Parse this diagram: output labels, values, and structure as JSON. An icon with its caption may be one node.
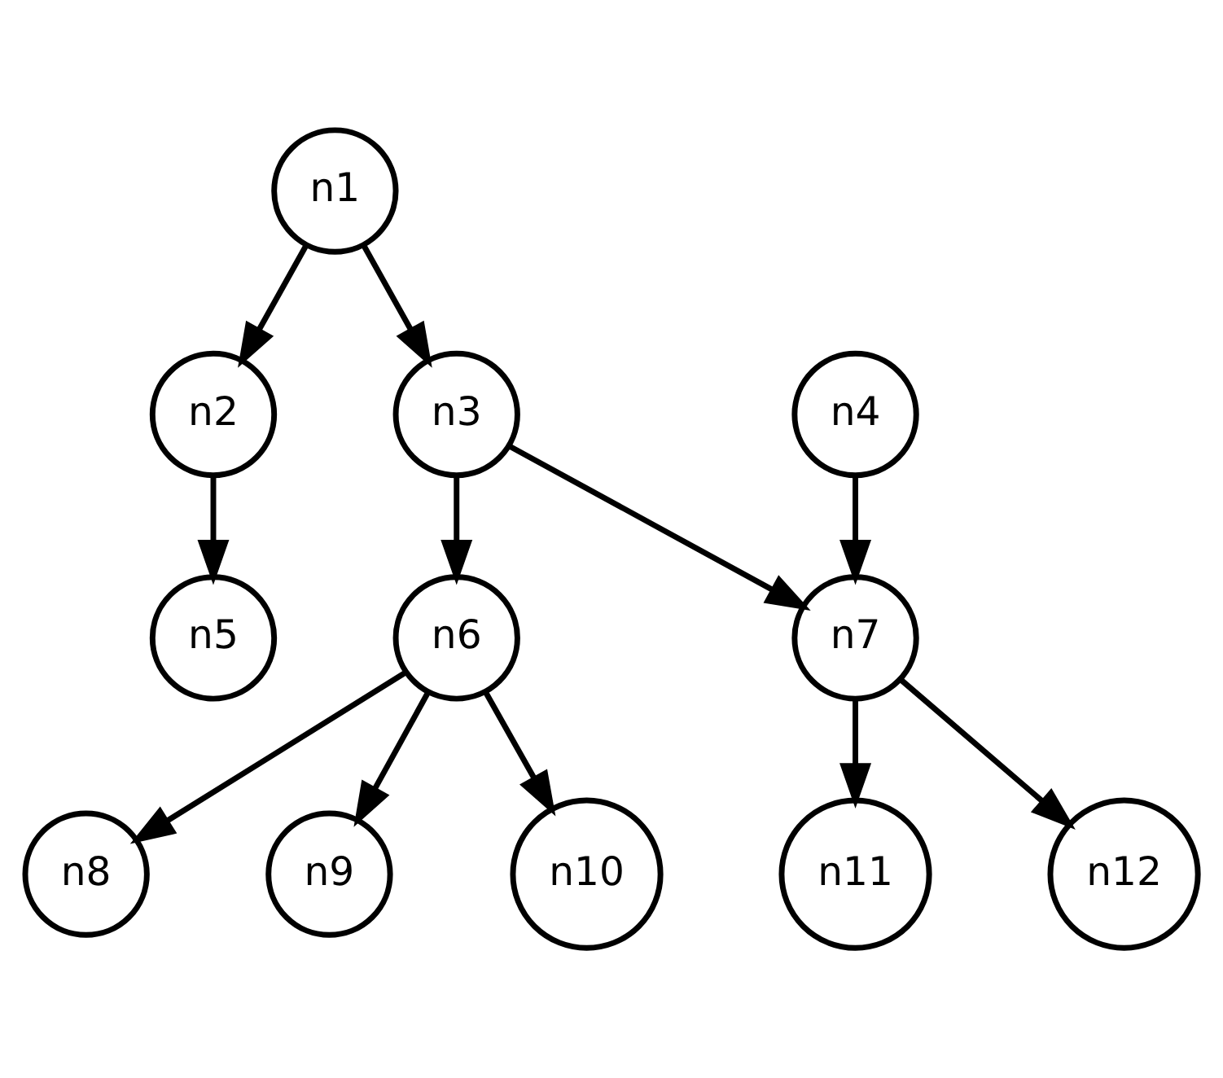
{
  "diagram": {
    "nodes": [
      {
        "text": [
          "n1"
        ]
      },
      {
        "text": [
          "n2"
        ]
      },
      {
        "text": [
          "n3"
        ]
      },
      {
        "text": [
          "n4"
        ]
      },
      {
        "text": [
          "n5"
        ]
      },
      {
        "text": [
          "n6"
        ]
      },
      {
        "text": [
          "n7"
        ]
      },
      {
        "text": [
          "n8"
        ]
      },
      {
        "text": [
          "n9"
        ]
      },
      {
        "text": [
          "n10"
        ]
      },
      {
        "text": [
          "n11"
        ]
      },
      {
        "text": [
          "n12"
        ]
      }
    ],
    "edges": [
      {
        "from": 0,
        "to": 1,
        "arrow": "to"
      },
      {
        "from": 0,
        "to": 2,
        "arrow": "to"
      },
      {
        "from": 1,
        "to": 4,
        "arrow": "to"
      },
      {
        "from": 2,
        "to": 5,
        "arrow": "to"
      },
      {
        "from": 2,
        "to": 6,
        "arrow": "to"
      },
      {
        "from": 3,
        "to": 6,
        "arrow": "to"
      },
      {
        "from": 5,
        "to": 7,
        "arrow": "to"
      },
      {
        "from": 5,
        "to": 8,
        "arrow": "to"
      },
      {
        "from": 5,
        "to": 9,
        "arrow": "to"
      },
      {
        "from": 6,
        "to": 10,
        "arrow": "to"
      },
      {
        "from": 6,
        "to": 11,
        "arrow": "to"
      }
    ]
  }
}
